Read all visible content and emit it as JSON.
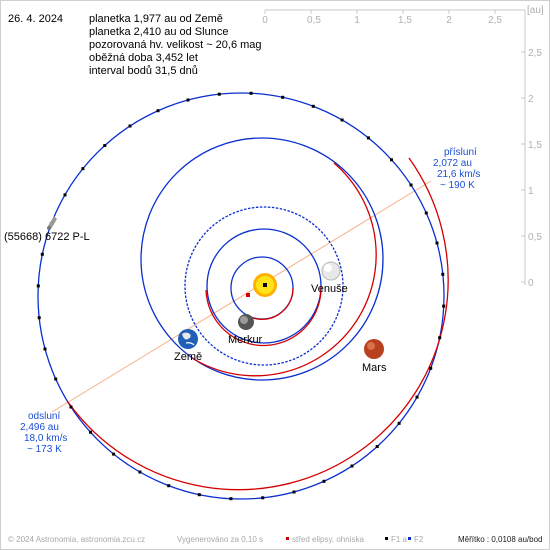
{
  "date": "26. 4. 2024",
  "info_lines": [
    "planetka 1,977 au od Země",
    "planetka 2,410 au od Slunce",
    "pozorovaná hv. velikost ~ 20,6 mag",
    "oběžná doba 3,452 let",
    "interval bodů 31,5 dnů"
  ],
  "scale": {
    "unit": "[au]",
    "x_ticks": [
      "0",
      "0,5",
      "1",
      "1,5",
      "2",
      "2,5"
    ],
    "y_ticks": [
      "2,5",
      "2",
      "1,5",
      "1",
      "0,5",
      "0"
    ]
  },
  "object_label": "(55668) 6722 P-L",
  "planets": {
    "venus": "Venuše",
    "earth": "Země",
    "mercury": "Merkur",
    "mars": "Mars"
  },
  "perihelion": {
    "title": "přísluní",
    "dist": "2,072 au",
    "speed": "21,6 km/s",
    "temp": "~ 190 K"
  },
  "aphelion": {
    "title": "odsluní",
    "dist": "2,496 au",
    "speed": "18,0 km/s",
    "temp": "~ 173 K"
  },
  "footer": {
    "copyright": "© 2024 Astronomia, astronomia.zcu.cz",
    "generated": "Vygenerováno za 0,10 s",
    "center": "střed elipsy, ohniska",
    "f1": "F1 a",
    "f2": "F2",
    "scale": "Měřítko : 0,0108 au/bod"
  },
  "colors": {
    "orbit_blue": "#0a2fd0",
    "orbit_red": "#d40000",
    "apsis_line": "#f5b28a",
    "sun": "#ffd400",
    "axis_gray": "#c0c0c0",
    "label_blue": "#1a4fd6"
  }
}
